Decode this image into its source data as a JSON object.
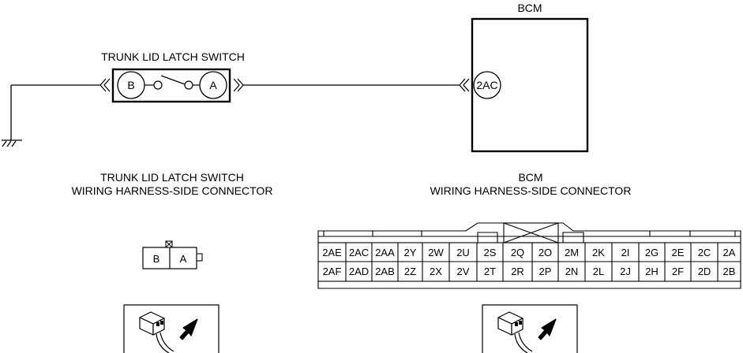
{
  "circuit": {
    "switch_title": "TRUNK LID LATCH SWITCH",
    "switch_pin_b": "B",
    "switch_pin_a": "A",
    "bcm_title": "BCM",
    "bcm_pin": "2AC"
  },
  "connectors": {
    "switch_caption_line1": "TRUNK LID LATCH SWITCH",
    "switch_caption_line2": "WIRING HARNESS-SIDE CONNECTOR",
    "bcm_caption_line1": "BCM",
    "bcm_caption_line2": "WIRING HARNESS-SIDE CONNECTOR",
    "switch_pins": [
      "B",
      "A"
    ],
    "bcm_row1": [
      "2AE",
      "2AC",
      "2AA",
      "2Y",
      "2W",
      "2U",
      "2S",
      "2Q",
      "2O",
      "2M",
      "2K",
      "2I",
      "2G",
      "2E",
      "2C",
      "2A"
    ],
    "bcm_row2": [
      "2AF",
      "2AD",
      "2AB",
      "2Z",
      "2X",
      "2V",
      "2T",
      "2R",
      "2P",
      "2N",
      "2L",
      "2J",
      "2H",
      "2F",
      "2D",
      "2B"
    ]
  }
}
